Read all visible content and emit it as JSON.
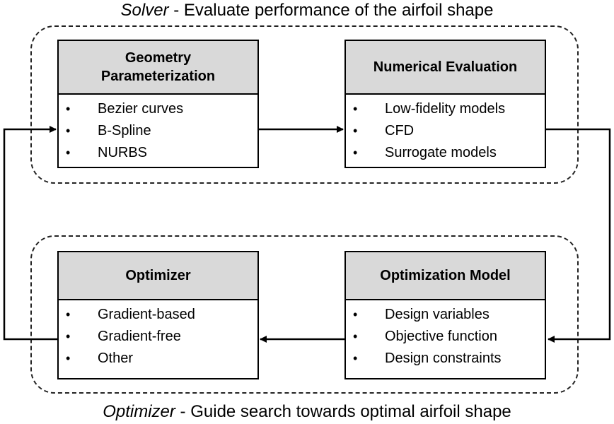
{
  "captions": {
    "top_italic": "Solver",
    "top_rest": " - Evaluate performance of the airfoil shape",
    "bottom_italic": "Optimizer",
    "bottom_rest": " - Guide search towards optimal airfoil shape"
  },
  "boxes": {
    "geometry": {
      "title_line1": "Geometry",
      "title_line2": "Parameterization",
      "items": [
        "Bezier curves",
        "B-Spline",
        "NURBS"
      ]
    },
    "numerical": {
      "title": "Numerical Evaluation",
      "items": [
        "Low-fidelity models",
        "CFD",
        "Surrogate models"
      ]
    },
    "optimizer": {
      "title": "Optimizer",
      "items": [
        "Gradient-based",
        "Gradient-free",
        "Other"
      ]
    },
    "optimization_model": {
      "title": "Optimization Model",
      "items": [
        "Design variables",
        "Objective function",
        "Design constraints"
      ]
    }
  },
  "bullet_symbol": "•",
  "colors": {
    "header_fill": "#d9d9d9",
    "stroke": "#000000",
    "dash": "#222222"
  }
}
